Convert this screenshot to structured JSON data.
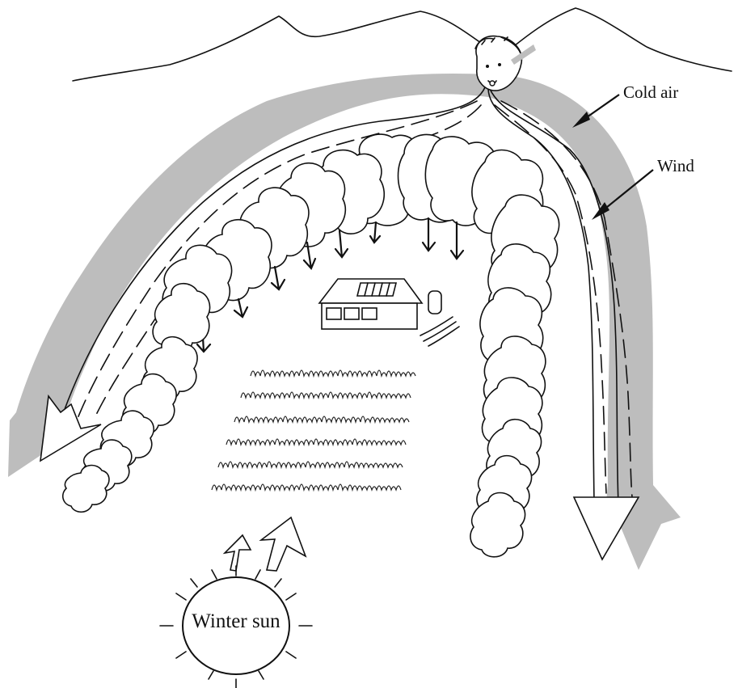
{
  "labels": {
    "cold_air": "Cold air",
    "wind": "Wind",
    "sun": "Winter sun"
  },
  "colors": {
    "cold_air_band": "#bdbdbd",
    "ink": "#111111",
    "background": "#ffffff"
  },
  "icons": [
    "wind-god-face-icon",
    "house-icon",
    "solar-panel-icon",
    "water-tank-icon",
    "sun-icon"
  ]
}
